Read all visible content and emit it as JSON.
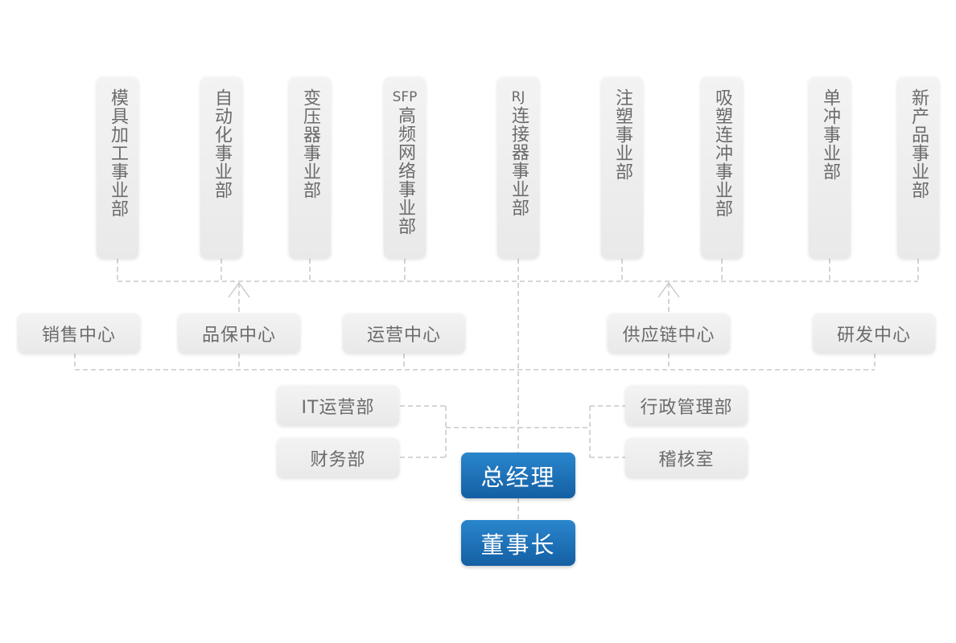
{
  "business_units": [
    {
      "label": "模具加工事业部"
    },
    {
      "label": "自动化事业部"
    },
    {
      "label": "变压器事业部"
    },
    {
      "prefix": "SFP",
      "label": "高频网络事业部"
    },
    {
      "prefix": "RJ",
      "label": "连接器事业部"
    },
    {
      "label": "注塑事业部"
    },
    {
      "label": "吸塑连冲事业部"
    },
    {
      "label": "单冲事业部"
    },
    {
      "label": "新产品事业部"
    }
  ],
  "centers": [
    "销售中心",
    "品保中心",
    "运营中心",
    "供应链中心",
    "研发中心"
  ],
  "left_departments": [
    "IT运营部",
    "财务部"
  ],
  "right_departments": [
    "行政管理部",
    "稽核室"
  ],
  "general_manager": "总经理",
  "chairman": "董事长",
  "colors": {
    "exec_box_top": "#2a86cc",
    "exec_box_bottom": "#145fa4",
    "box_bg": "#eeeeee",
    "box_text": "#6b6b6b",
    "connector": "#c9c9c9"
  }
}
